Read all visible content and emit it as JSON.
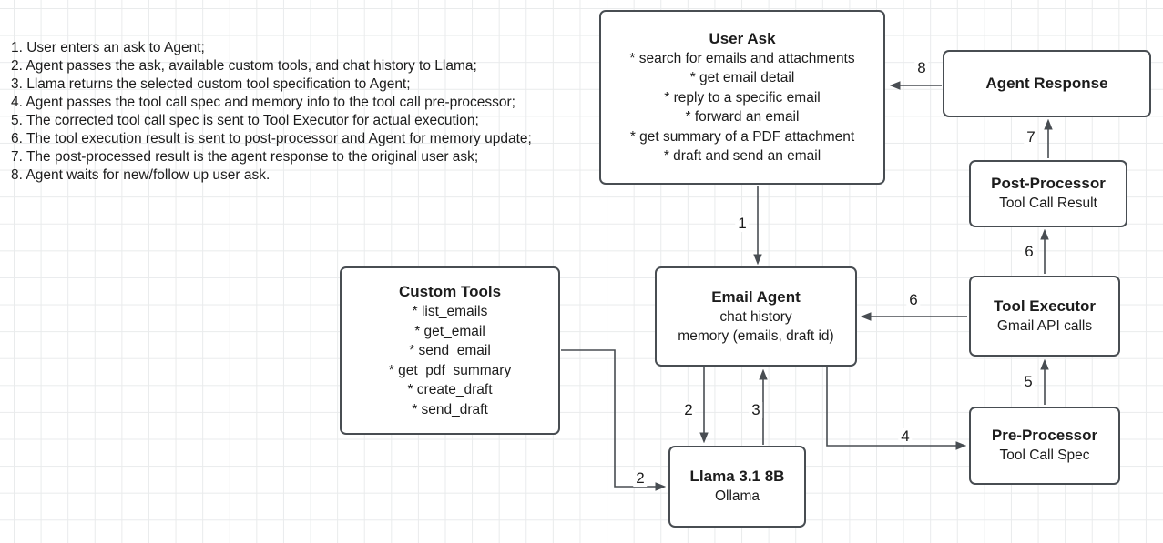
{
  "notes": {
    "items": [
      "1. User enters an ask to Agent;",
      "2. Agent passes the ask, available custom tools, and chat history to Llama;",
      "3. Llama returns the selected custom tool specification to Agent;",
      "4. Agent passes the tool call spec and memory info to the tool call pre-processor;",
      "5. The corrected tool call spec is sent to Tool Executor for actual execution;",
      "6. The tool execution result is sent to post-processor and Agent for memory update;",
      "7. The post-processed result is the agent response to the original user ask;",
      "8. Agent waits for new/follow up user ask."
    ]
  },
  "boxes": {
    "user_ask": {
      "title": "User Ask",
      "lines": [
        "* search for emails and attachments",
        "* get email detail",
        "* reply to a specific email",
        "* forward an email",
        "* get summary of a PDF attachment",
        "* draft and send an email"
      ]
    },
    "agent_response": {
      "title": "Agent Response"
    },
    "post_processor": {
      "title": "Post-Processor",
      "subtitle": "Tool Call Result"
    },
    "tool_executor": {
      "title": "Tool Executor",
      "subtitle": "Gmail API calls"
    },
    "pre_processor": {
      "title": "Pre-Processor",
      "subtitle": "Tool Call Spec"
    },
    "email_agent": {
      "title": "Email Agent",
      "lines": [
        "chat history",
        "memory (emails, draft id)"
      ]
    },
    "custom_tools": {
      "title": "Custom Tools",
      "lines": [
        "* list_emails",
        "* get_email",
        "* send_email",
        "* get_pdf_summary",
        "* create_draft",
        "* send_draft"
      ]
    },
    "llama": {
      "title": "Llama 3.1 8B",
      "subtitle": "Ollama"
    }
  },
  "edges": {
    "user_ask_to_email_agent": {
      "label": "1"
    },
    "email_agent_to_llama": {
      "label": "2"
    },
    "custom_tools_to_llama": {
      "label": "2"
    },
    "llama_to_email_agent": {
      "label": "3"
    },
    "email_agent_to_pre_processor": {
      "label": "4"
    },
    "pre_processor_to_tool_executor": {
      "label": "5"
    },
    "tool_executor_to_email_agent": {
      "label": "6"
    },
    "tool_executor_to_post_processor": {
      "label": "6"
    },
    "post_processor_to_agent_response": {
      "label": "7"
    },
    "agent_response_to_user_ask": {
      "label": "8"
    }
  },
  "colors": {
    "node_border": "#484d52",
    "arrow": "#484d52",
    "text": "#1c1c1c",
    "grid_line": "#e9ebec",
    "background": "#ffffff"
  }
}
